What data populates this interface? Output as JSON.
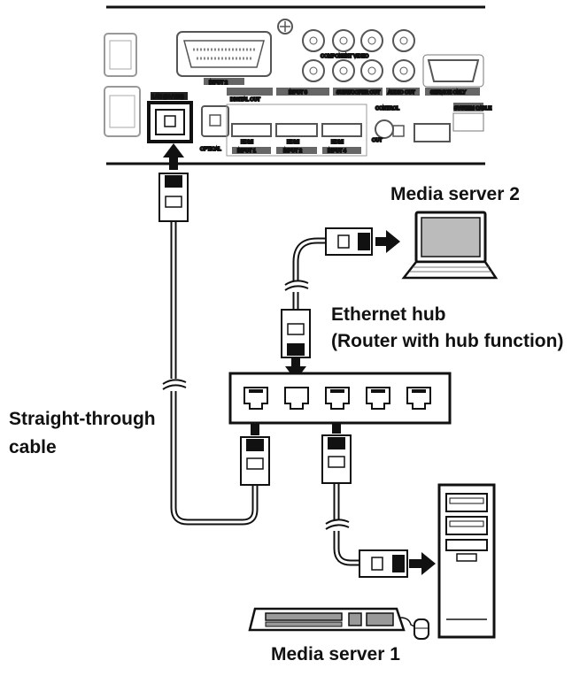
{
  "labels": {
    "media_server_2": "Media server 2",
    "ethernet_hub": "Ethernet hub",
    "router_note": "(Router with hub function)",
    "straight_line1": "Straight-through",
    "straight_line2": "cable",
    "media_server_1": "Media server 1"
  },
  "panel": {
    "lan": "LAN (10 / 100)",
    "digital_out": "DIGITAL OUT",
    "optical": "OPTICAL",
    "input2": "INPUT 2",
    "input3": "INPUT 3",
    "component_video": "COMPONENT VIDEO",
    "subwoofer_out": "SUBWOOFER OUT",
    "audio_out": "AUDIO OUT",
    "service_only": "SERVICE ONLY",
    "control": "CONTROL",
    "out": "OUT",
    "system_cable": "SYSTEM CABLE",
    "hdmi": "HDMI",
    "input1": "INPUT 1",
    "input_hdmi2": "INPUT 2",
    "input4": "INPUT 4"
  }
}
